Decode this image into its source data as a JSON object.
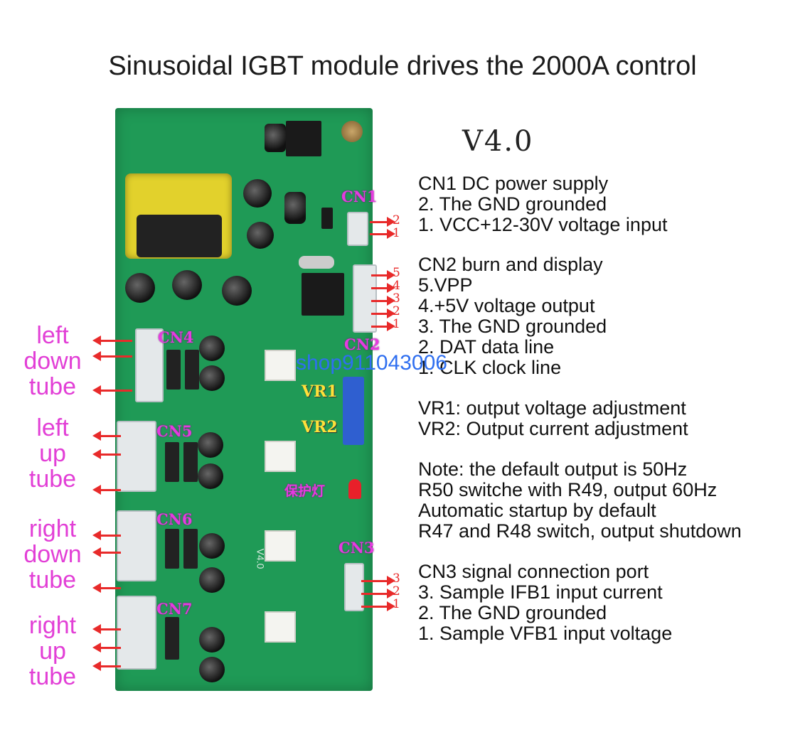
{
  "title": "Sinusoidal IGBT module drives the 2000A control",
  "version": "V4.0",
  "watermark": "shop911043006",
  "board": {
    "silk_version": "V4.0",
    "connectors": [
      "CN1",
      "CN2",
      "CN3",
      "CN4",
      "CN5",
      "CN6",
      "CN7"
    ],
    "pots": [
      "VR1",
      "VR2"
    ],
    "protect_light": "保护灯",
    "cn1_pins": [
      "2",
      "1"
    ],
    "cn2_pins": [
      "5",
      "4",
      "3",
      "2",
      "1"
    ],
    "cn3_pins": [
      "3",
      "2",
      "1"
    ]
  },
  "tubes": [
    {
      "lines": [
        "left",
        "down",
        "tube"
      ]
    },
    {
      "lines": [
        "left",
        "up",
        "tube"
      ]
    },
    {
      "lines": [
        "right",
        "down",
        "tube"
      ]
    },
    {
      "lines": [
        "right",
        "up",
        "tube"
      ]
    }
  ],
  "descriptions": {
    "cn1": [
      "CN1 DC power supply",
      "2. The GND grounded",
      "1. VCC+12-30V voltage input"
    ],
    "cn2": [
      "CN2 burn and display",
      "5.VPP",
      "4.+5V voltage output",
      "3. The GND grounded",
      "2. DAT data line",
      "1. CLK clock line"
    ],
    "vr": [
      "VR1: output voltage adjustment",
      "VR2: Output current adjustment"
    ],
    "note": [
      "Note: the default output is 50Hz",
      "R50 switche with R49, output 60Hz",
      "Automatic startup by default",
      "R47 and R48 switch, output shutdown"
    ],
    "cn3": [
      "CN3 signal connection port",
      "3. Sample IFB1 input current",
      "2. The GND grounded",
      "1. Sample VFB1 input voltage"
    ]
  },
  "colors": {
    "board": "#1f9a56",
    "tube_text": "#e23fd6",
    "arrow": "#e82a2a",
    "pot_label": "#ffe03a",
    "watermark": "#2f6ff0"
  }
}
